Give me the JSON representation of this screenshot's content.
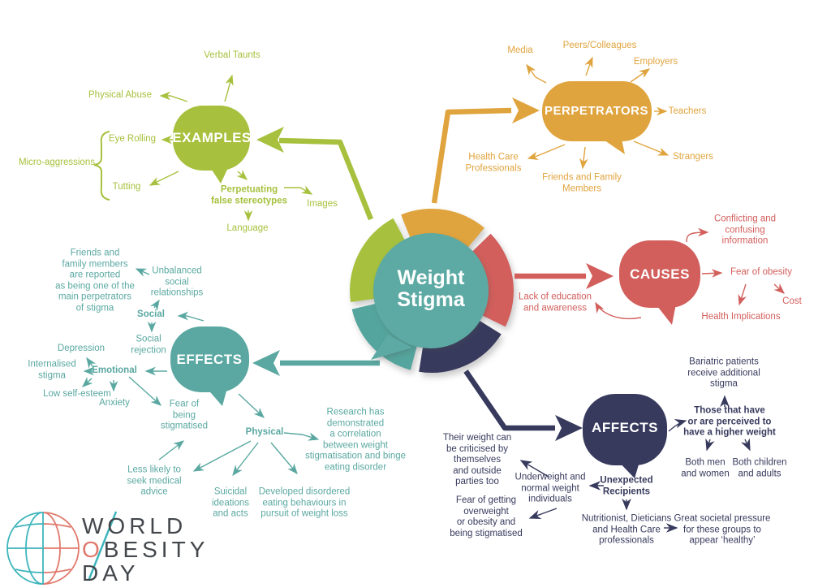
{
  "center": {
    "label": [
      "Weight",
      "Stigma"
    ]
  },
  "colors": {
    "green": "#a7c13e",
    "orange": "#e0a43e",
    "red": "#d25f5c",
    "teal": "#5aa8a1",
    "navy": "#373a5d",
    "logo_teal": "#3eb5bc",
    "logo_salmon": "#e0796d",
    "logo_text": "#43474c"
  },
  "branches": {
    "examples": {
      "label": "EXAMPLES",
      "verbal_taunts": "Verbal Taunts",
      "physical_abuse": "Physical Abuse",
      "eye_rolling": "Eye Rolling",
      "micro_aggressions": "Micro-aggressions",
      "tutting": "Tutting",
      "perpetuating": [
        "Perpetuating",
        "false stereotypes"
      ],
      "images": "Images",
      "language": "Language"
    },
    "perpetrators": {
      "label": "PERPETRATORS",
      "media": "Media",
      "peers": "Peers/Colleagues",
      "employers": "Employers",
      "teachers": "Teachers",
      "strangers": "Strangers",
      "friends_family": [
        "Friends and Family",
        "Members"
      ],
      "health_care": [
        "Health Care",
        "Professionals"
      ]
    },
    "causes": {
      "label": "CAUSES",
      "conflicting": [
        "Conflicting and confusing",
        "information"
      ],
      "fear_obesity": "Fear of obesity",
      "cost": "Cost",
      "health_implications": "Health Implications",
      "lack_education": [
        "Lack of education",
        "and awareness"
      ]
    },
    "effects": {
      "label": "EFFECTS",
      "social": "Social",
      "unbalanced": [
        "Unbalanced",
        "social",
        "relationships"
      ],
      "friends_reported": [
        "Friends and",
        "family members",
        "are reported",
        "as being one of the",
        "main perpetrators",
        "of stigma"
      ],
      "social_rejection": [
        "Social",
        "rejection"
      ],
      "emotional": "Emotional",
      "depression": "Depression",
      "internalised": [
        "Internalised",
        "stigma"
      ],
      "low_self_esteem": "Low self-esteem",
      "anxiety": "Anxiety",
      "fear_stigmatised": [
        "Fear of",
        "being",
        "stigmatised"
      ],
      "physical": "Physical",
      "research": [
        "Research has",
        "demonstrated",
        "a correlation",
        "between weight",
        "stigmatisation and binge",
        "eating disorder"
      ],
      "less_likely": [
        "Less likely to",
        "seek medical",
        "advice"
      ],
      "suicidal": [
        "Suicidal",
        "ideations",
        "and acts"
      ],
      "disordered": [
        "Developed disordered",
        "eating behaviours in",
        "pursuit of weight loss"
      ]
    },
    "affects": {
      "label": "AFFECTS",
      "those": [
        "Those that have",
        "or are perceived to",
        "have a higher weight"
      ],
      "bariatric": [
        "Bariatric patients",
        "receive additional",
        "stigma"
      ],
      "men_women": [
        "Both men",
        "and women"
      ],
      "children_adults": [
        "Both children",
        "and adults"
      ],
      "their_weight": [
        "Their weight can",
        "be criticised by",
        "themselves",
        "and outside",
        "parties too"
      ],
      "underweight": [
        "Underweight and",
        "normal weight",
        "individuals"
      ],
      "unexpected": [
        "Unexpected",
        "Recipients"
      ],
      "fear_getting": [
        "Fear of getting",
        "overweight",
        "or obesity and",
        "being stigmatised"
      ],
      "nutritionist": [
        "Nutritionist, Dieticians",
        "and Health Care",
        "professionals"
      ],
      "pressure": [
        "Great societal pressure",
        "for these groups to",
        "appear ‘healthy’"
      ]
    }
  },
  "logo": {
    "line1": "WORLD",
    "line2": "OBESITY",
    "line3": "DAY"
  }
}
